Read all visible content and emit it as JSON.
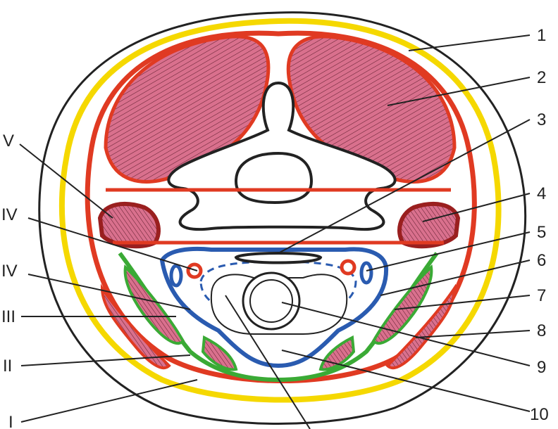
{
  "labels_right": [
    "1",
    "2",
    "3",
    "4",
    "5",
    "6",
    "7",
    "8",
    "9",
    "10"
  ],
  "labels_left": [
    "V",
    "IV",
    "IV",
    "III",
    "II",
    "I"
  ],
  "colors": {
    "skin_outline": "#222222",
    "superficial_fascia": "#f5d800",
    "investing_fascia": "#e03a22",
    "pretracheal_fascia": "#2a5bb0",
    "prevertebral_fascia": "#3aaa35",
    "vertebral_sheath": "#9a1f1f",
    "muscle_fill": "#d9708d",
    "bone_fill": "#ffffff"
  }
}
